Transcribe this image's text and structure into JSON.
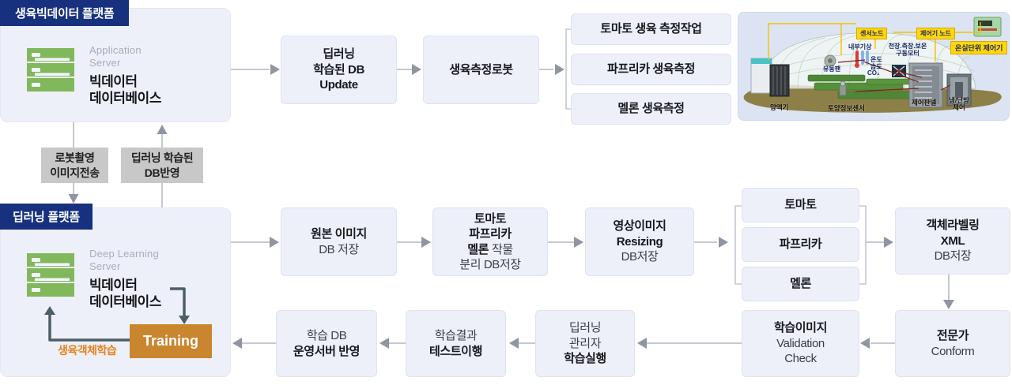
{
  "colors": {
    "header_navy": "#17317e",
    "box_fill": "#edf0f9",
    "server_green": "#82b85c",
    "training_orange": "#c9862f",
    "note_orange": "#e8821e",
    "connector_gray": "#c8c8c8",
    "label_yellow": "#ffd60a",
    "dark_arrow": "#4d5f66",
    "light_arrow": "#c5c8d2"
  },
  "platform_top": {
    "header": "생육빅데이터 플랫폼",
    "server_type_line1": "Application",
    "server_type_line2": "Server",
    "server_name_line1": "빅데이터",
    "server_name_line2": "데이터베이스"
  },
  "transfer": {
    "robot_upload_line1": "로봇촬영",
    "robot_upload_line2": "이미지전송",
    "db_reflect_line1": "딥러닝 학습된",
    "db_reflect_line2": "DB반영"
  },
  "platform_bottom": {
    "header": "딥러닝 플랫폼",
    "server_type_line1": "Deep Learning",
    "server_type_line2": "Server",
    "server_name_line1": "빅데이터",
    "server_name_line2": "데이터베이스",
    "training": "Training",
    "training_note": "생육객체학습"
  },
  "flow_top": {
    "db_update_line1": "딥러닝",
    "db_update_line2": "학습된 DB",
    "db_update_line3": "Update",
    "robot": "생육측정로봇",
    "tasks": [
      "토마토 생육 측정작업",
      "파프리카 생육측정",
      "멜론 생육측정"
    ]
  },
  "flow_mid": {
    "original_line1": "원본 이미지",
    "original_line2": "DB 저장",
    "separate_line1": "토마토",
    "separate_line2": "파프리카",
    "separate_line3_bold": "멜론",
    "separate_line3_rest": "작물",
    "separate_line4": "분리 DB저장",
    "resizing_line1": "영상이미지",
    "resizing_line2": "Resizing",
    "resizing_line3": "DB저장",
    "crops": [
      "토마토",
      "파프리카",
      "멜론"
    ],
    "labeling_line1": "객체라벨링",
    "labeling_line2": "XML",
    "labeling_line3": "DB저장"
  },
  "flow_bottom": {
    "expert_line1": "전문가",
    "expert_line2": "Conform",
    "validation_line1": "학습이미지",
    "validation_line2": "Validation",
    "validation_line3": "Check",
    "exec_line1": "딥러닝",
    "exec_line2": "관리자",
    "exec_line3": "학습실행",
    "test_line1": "학습결과",
    "test_line2": "테스트이행",
    "deploy_line1": "학습 DB",
    "deploy_line2": "운영서버 반영"
  },
  "greenhouse": {
    "labels": {
      "sensor_node": "센서노드",
      "controller_node": "제어기 노드",
      "unit_controller": "온실단위 제어기",
      "indoor_weather": "내부기상",
      "motors_line1": "천장.측장.보온",
      "motors_line2": "구동모터",
      "temp": "온도",
      "humidity": "습도",
      "co2": "CO₂",
      "fan": "유동팬",
      "nutrient": "양액기",
      "soil_sensor": "토양정보센서",
      "control_panel": "제어판넬",
      "hvac_line1": "냉/난방",
      "hvac_line2": "제어"
    }
  }
}
